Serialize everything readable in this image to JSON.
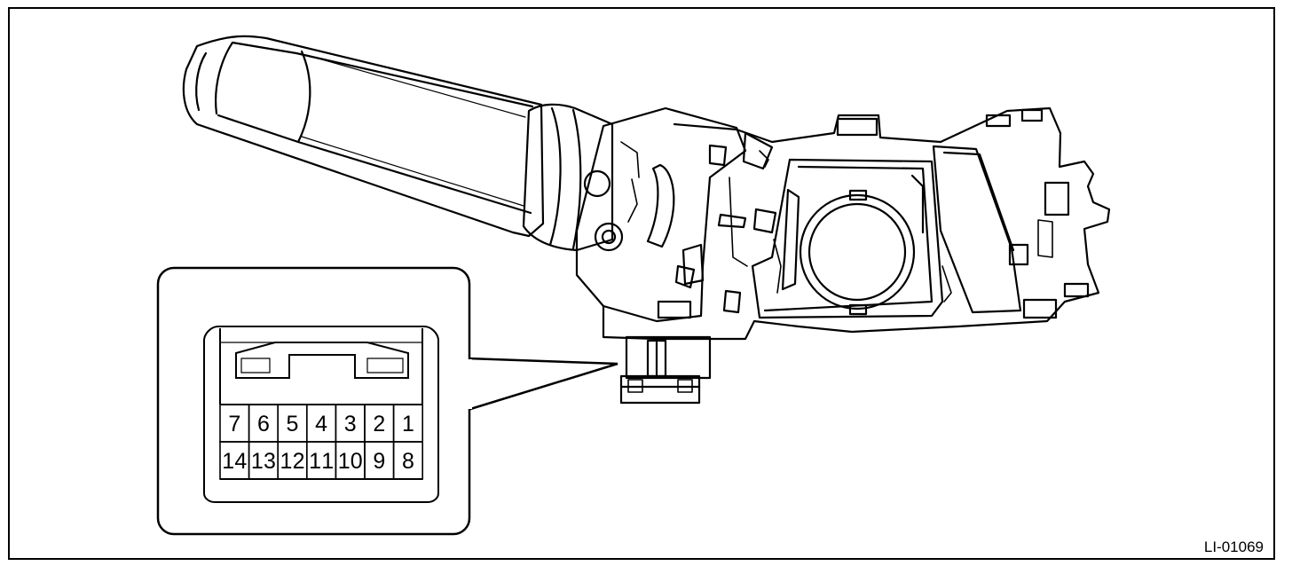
{
  "figure": {
    "id": "LI-01069"
  },
  "connector": {
    "pins_top_row": [
      "7",
      "6",
      "5",
      "4",
      "3",
      "2",
      "1"
    ],
    "pins_bottom_row": [
      "14",
      "13",
      "12",
      "11",
      "10",
      "9",
      "8"
    ]
  }
}
